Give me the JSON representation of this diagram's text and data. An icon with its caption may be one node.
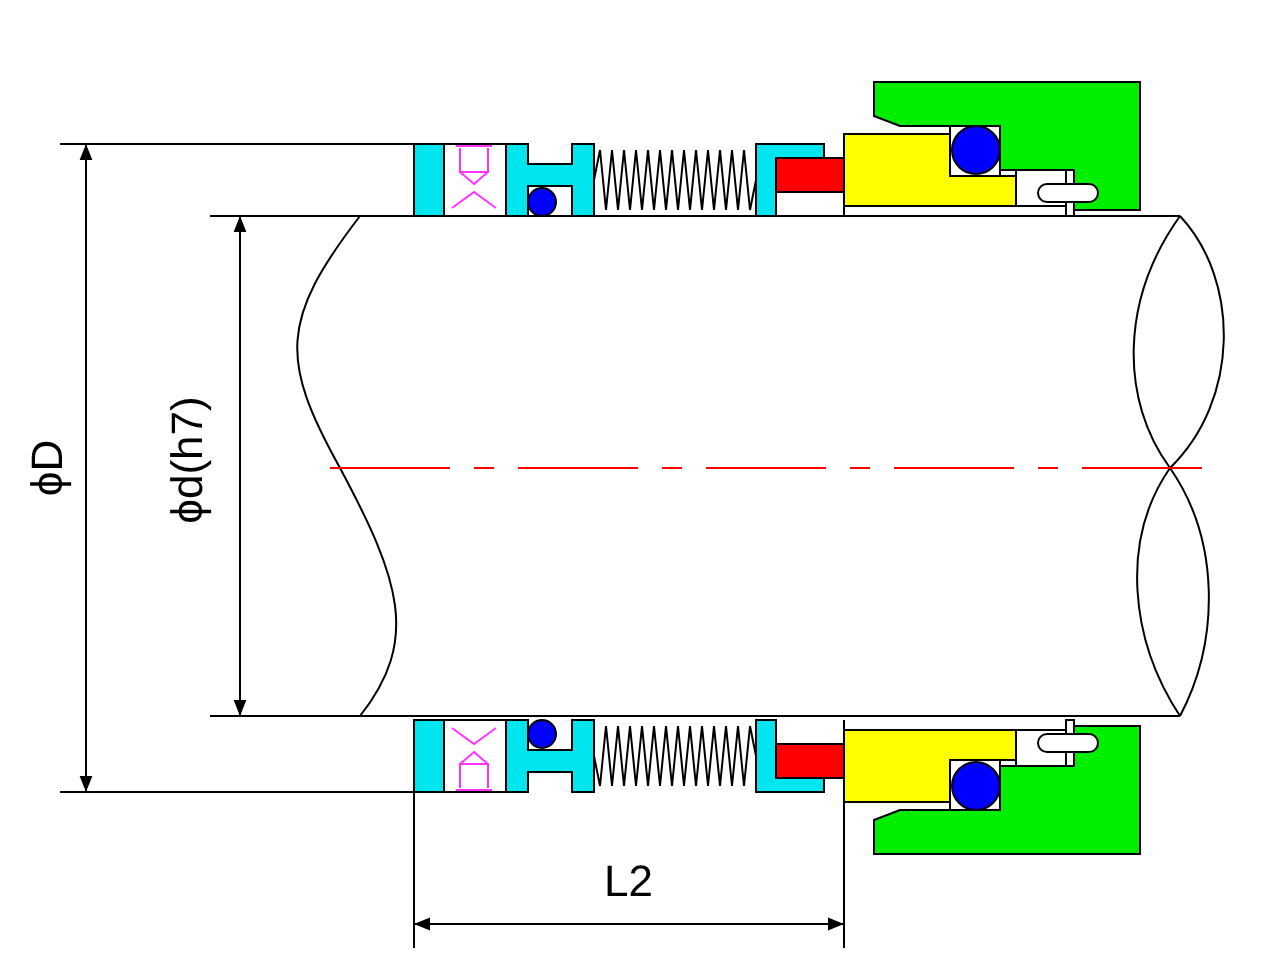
{
  "diagram": {
    "labels": [
      "ϕD",
      "ϕd(h7)",
      "L2"
    ]
  }
}
